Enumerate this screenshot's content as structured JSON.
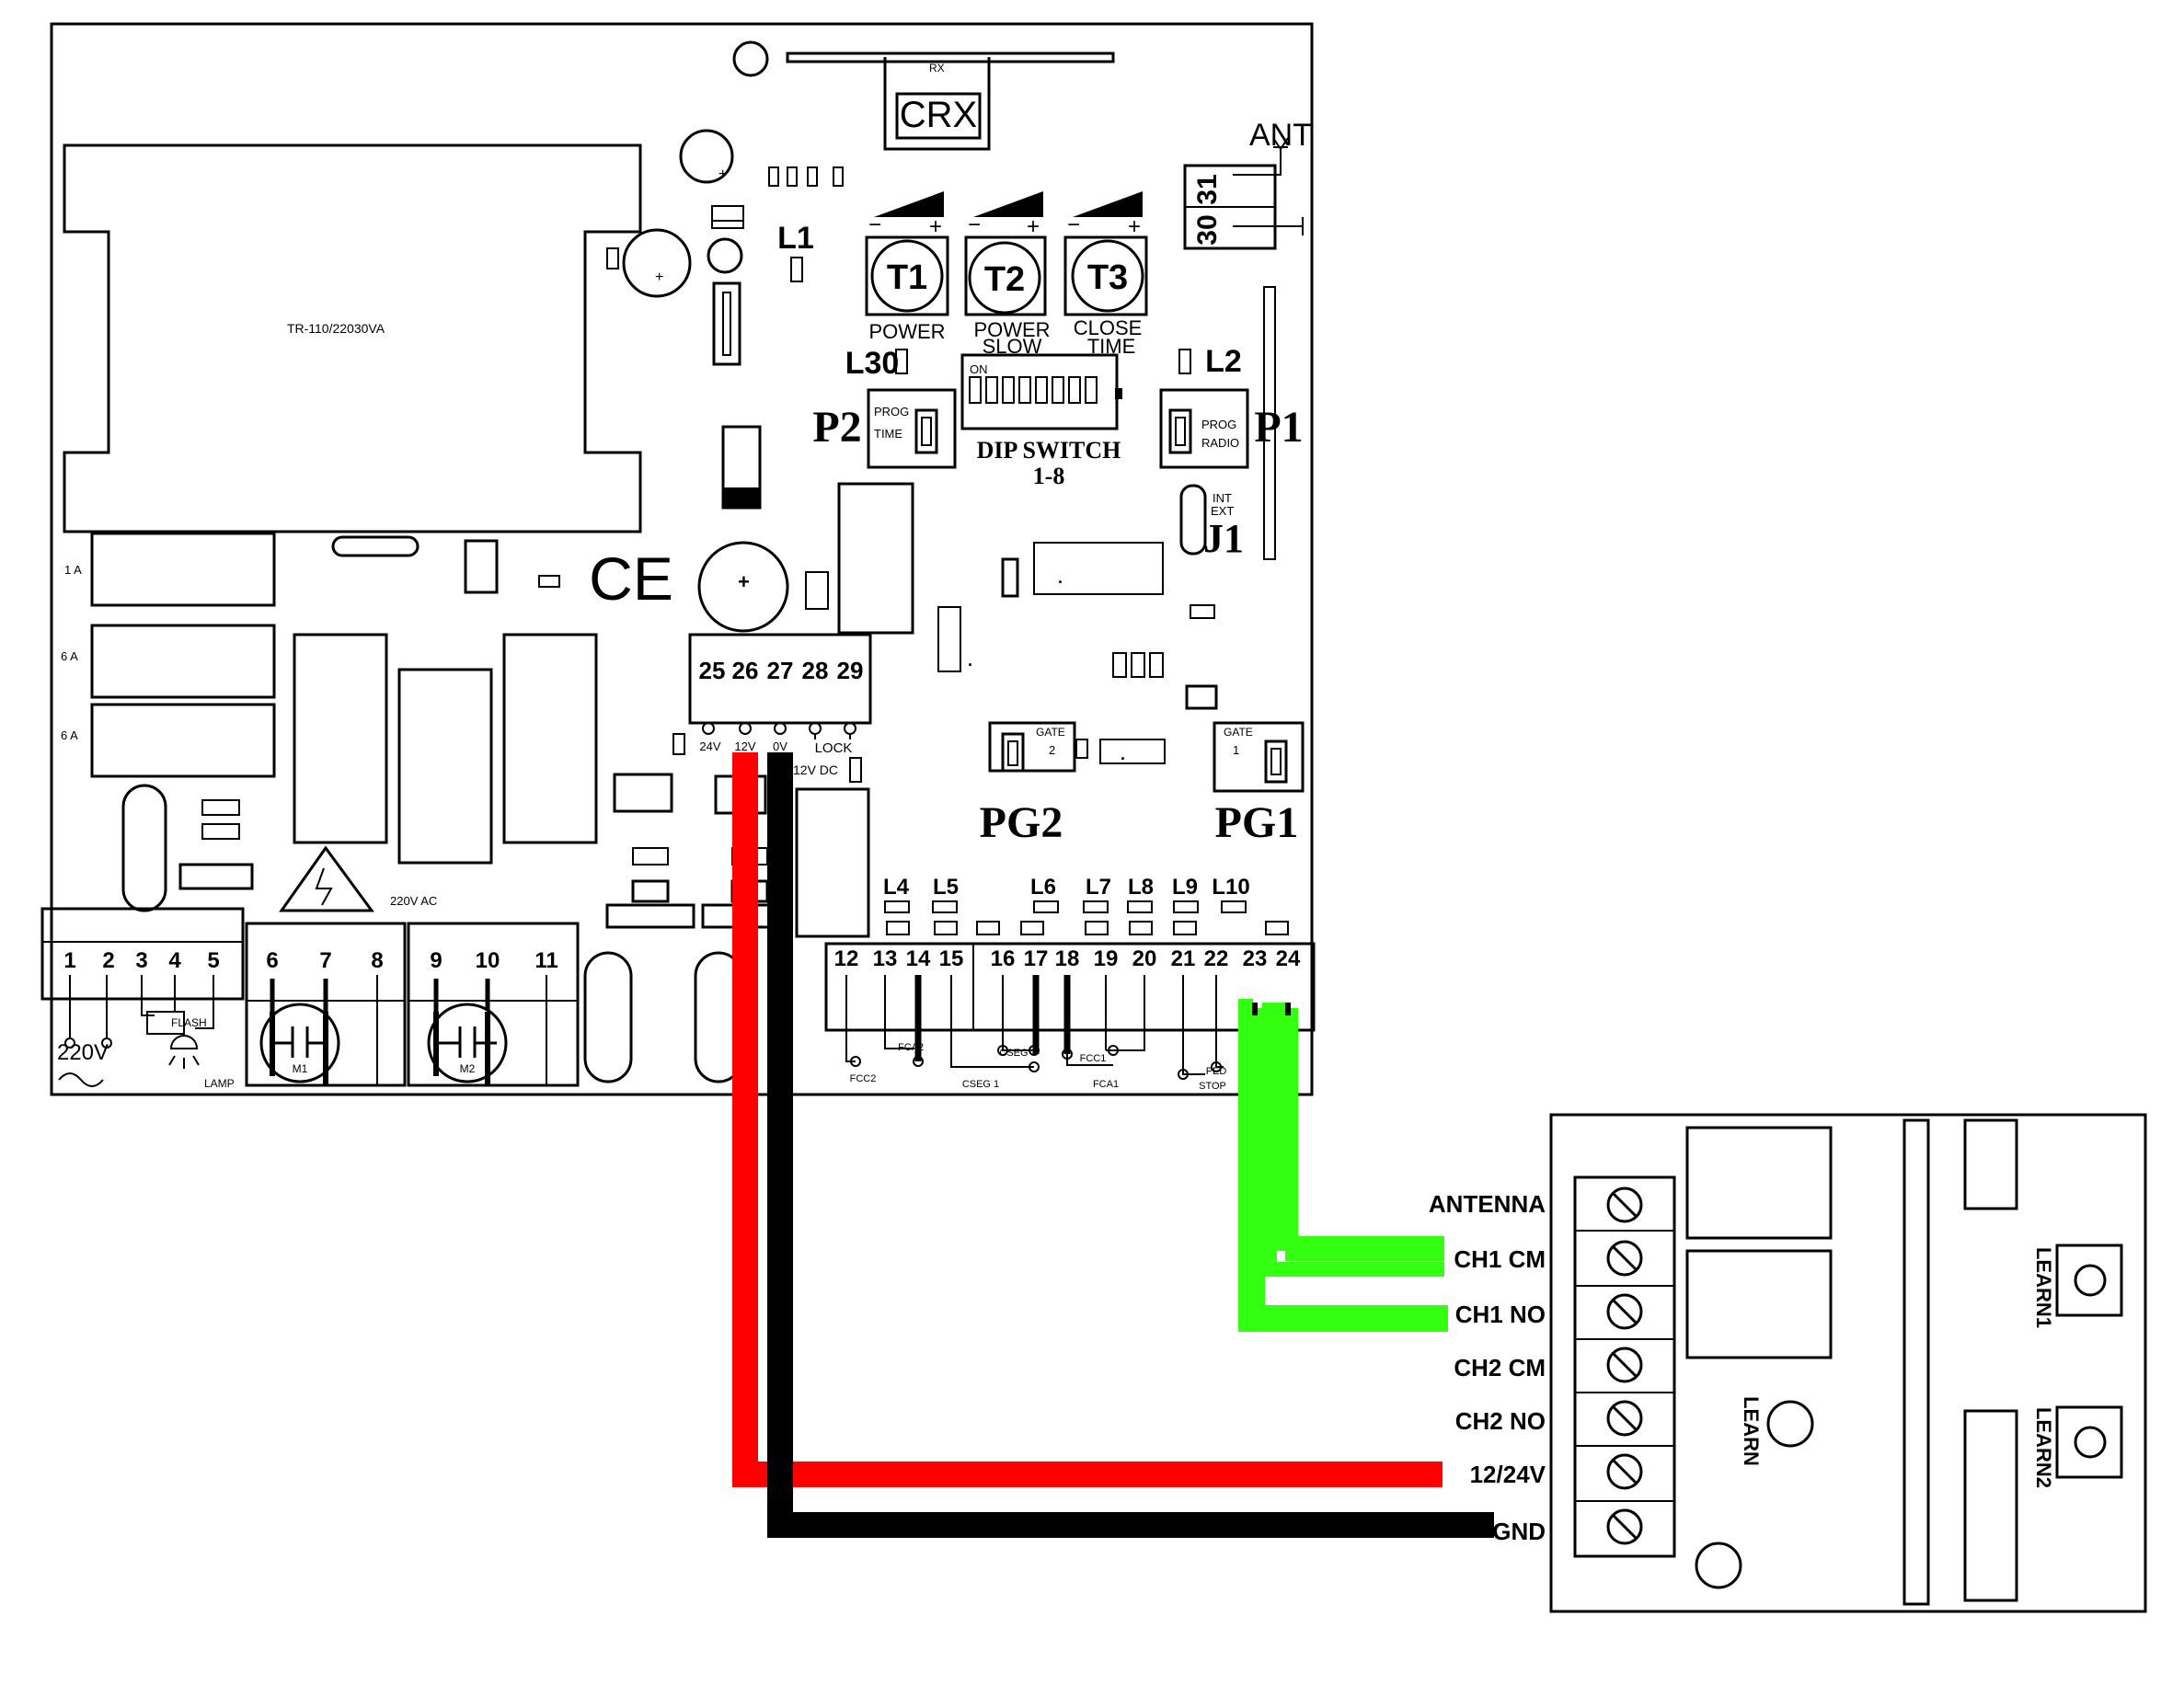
{
  "colors": {
    "red_wire": "#ff0000",
    "black_wire": "#000000",
    "green_wire": "#33ff11"
  },
  "board": {
    "rx_label": "RX",
    "crx_label": "CRX",
    "ant_label": "ANT",
    "ant_terminals": [
      "31",
      "30"
    ],
    "transformer_label": "TR-110/22030VA",
    "fuses": [
      "1 A",
      "6 A",
      "6 A"
    ],
    "ce_mark": "CE",
    "leds_top": [
      "L1",
      "L30",
      "L2"
    ],
    "trimmers": [
      {
        "id": "T1",
        "line1": "POWER",
        "line2": ""
      },
      {
        "id": "T2",
        "line1": "POWER",
        "line2": "SLOW"
      },
      {
        "id": "T3",
        "line1": "CLOSE",
        "line2": "TIME"
      }
    ],
    "dip": {
      "on": "ON",
      "label": "DIP SWITCH",
      "range": "1-8"
    },
    "p2": {
      "id": "P2",
      "line1": "PROG",
      "line2": "TIME"
    },
    "p1": {
      "id": "P1",
      "line1": "PROG",
      "line2": "RADIO"
    },
    "j1": {
      "id": "J1",
      "int": "INT",
      "ext": "EXT"
    },
    "terminal_top": [
      "25",
      "26",
      "27",
      "28",
      "29"
    ],
    "terminal_top_labels": [
      "24V",
      "12V",
      "0V",
      "LOCK"
    ],
    "dc_label": "12V DC",
    "pg2": {
      "id": "PG2",
      "gate": "GATE",
      "num": "2"
    },
    "pg1": {
      "id": "PG1",
      "gate": "GATE",
      "num": "1"
    },
    "leds_bottom": [
      "L4",
      "L5",
      "L6",
      "L7",
      "L8",
      "L9",
      "L10"
    ],
    "terminals_left": [
      "1",
      "2",
      "3",
      "4",
      "5",
      "6",
      "7",
      "8",
      "9",
      "10",
      "11"
    ],
    "terminals_right": [
      "12",
      "13",
      "14",
      "15",
      "16",
      "17",
      "18",
      "19",
      "20",
      "21",
      "22",
      "23",
      "24"
    ],
    "voltage_label": "220V",
    "ac_label": "220V AC",
    "flash_label": "FLASH",
    "lamp_label": "LAMP",
    "motor_labels": [
      "M1",
      "M2"
    ],
    "bottom_labels": [
      "FCA2",
      "FCC2",
      "CSEG",
      "CSEG 1",
      "FCC1",
      "FCA1",
      "PED",
      "STOP",
      "ST"
    ]
  },
  "receiver": {
    "terminals": [
      "ANTENNA",
      "CH1 CM",
      "CH1 NO",
      "CH2 CM",
      "CH2 NO",
      "12/24V",
      "GND"
    ],
    "learn": "LEARN",
    "learn1": "LEARN1",
    "learn2": "LEARN2"
  }
}
